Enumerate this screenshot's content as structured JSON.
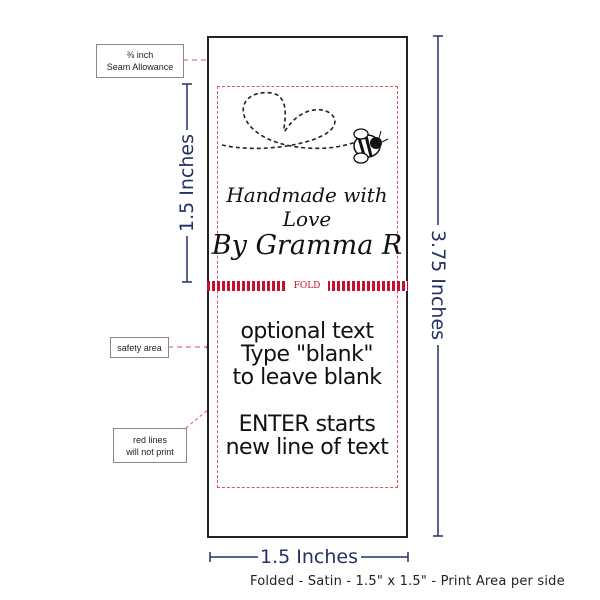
{
  "label": {
    "line1": "Handmade with Love",
    "line2": "By Gramma R",
    "fold": "FOLD",
    "optional_text": [
      "optional text",
      "Type \"blank\"",
      "to leave blank"
    ],
    "enter_text": [
      "ENTER starts",
      "new line of text"
    ]
  },
  "callouts": {
    "seam_line1": "⅜ inch",
    "seam_line2": "Seam Allowance",
    "safety": "safety area",
    "red_line1": "red lines",
    "red_line2": "will not print"
  },
  "dimensions": {
    "left": "1.5 Inches",
    "right": "3.75 Inches",
    "bottom": "1.5 Inches"
  },
  "footer": "Folded - Satin - 1.5\" x 1.5\" - Print Area per side",
  "colors": {
    "dimension": "#233066",
    "guide": "#e8505b",
    "fold": "#c8102e"
  }
}
